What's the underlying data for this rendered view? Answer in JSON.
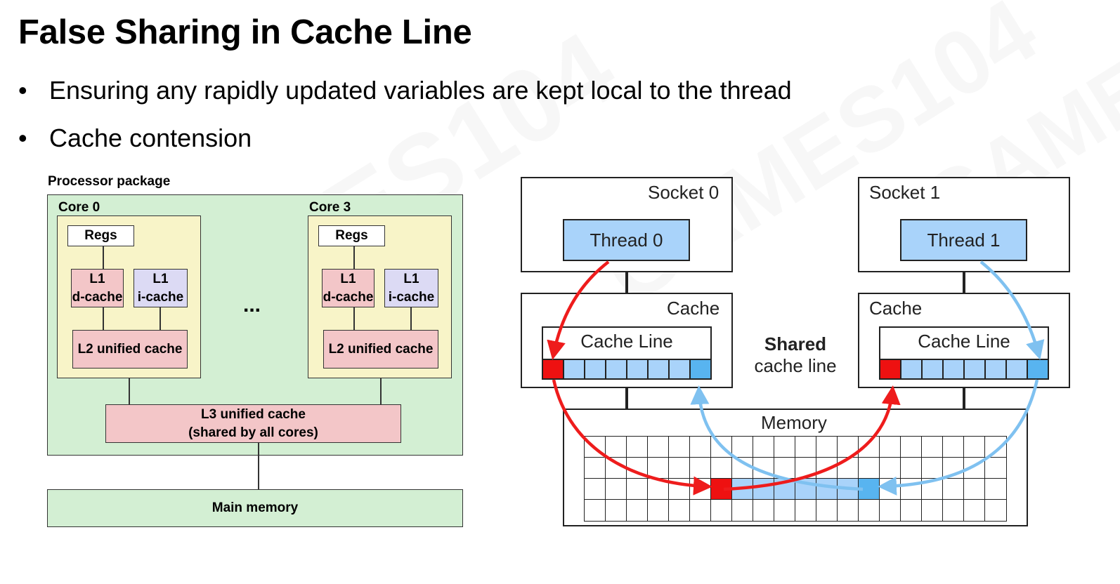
{
  "slide": {
    "title": "False Sharing in Cache Line",
    "bullets": [
      "Ensuring any rapidly updated variables are kept local to the thread",
      "Cache contension"
    ]
  },
  "hierarchy": {
    "package_label": "Processor package",
    "cores": [
      {
        "label": "Core 0",
        "regs": "Regs",
        "l1d": [
          "L1",
          "d-cache"
        ],
        "l1i": [
          "L1",
          "i-cache"
        ],
        "l2": "L2 unified cache"
      },
      {
        "label": "Core 3",
        "regs": "Regs",
        "l1d": [
          "L1",
          "d-cache"
        ],
        "l1i": [
          "L1",
          "i-cache"
        ],
        "l2": "L2 unified cache"
      }
    ],
    "ellipsis": "...",
    "l3": [
      "L3 unified cache",
      "(shared by all cores)"
    ],
    "main_memory": "Main memory"
  },
  "sharing": {
    "sockets": [
      {
        "label": "Socket 0",
        "thread": "Thread 0",
        "cache": "Cache",
        "cache_line": "Cache Line"
      },
      {
        "label": "Socket 1",
        "thread": "Thread 1",
        "cache": "Cache",
        "cache_line": "Cache Line"
      }
    ],
    "shared_label": [
      "Shared",
      "cache line"
    ],
    "memory_label": "Memory"
  },
  "colors": {
    "thread0_arrow": "#ee1c1c",
    "thread1_arrow": "#7fc1f0",
    "cell_fill": "#a9d3fa",
    "red_cell": "#ee1111",
    "blue_cell": "#58b4f0"
  }
}
